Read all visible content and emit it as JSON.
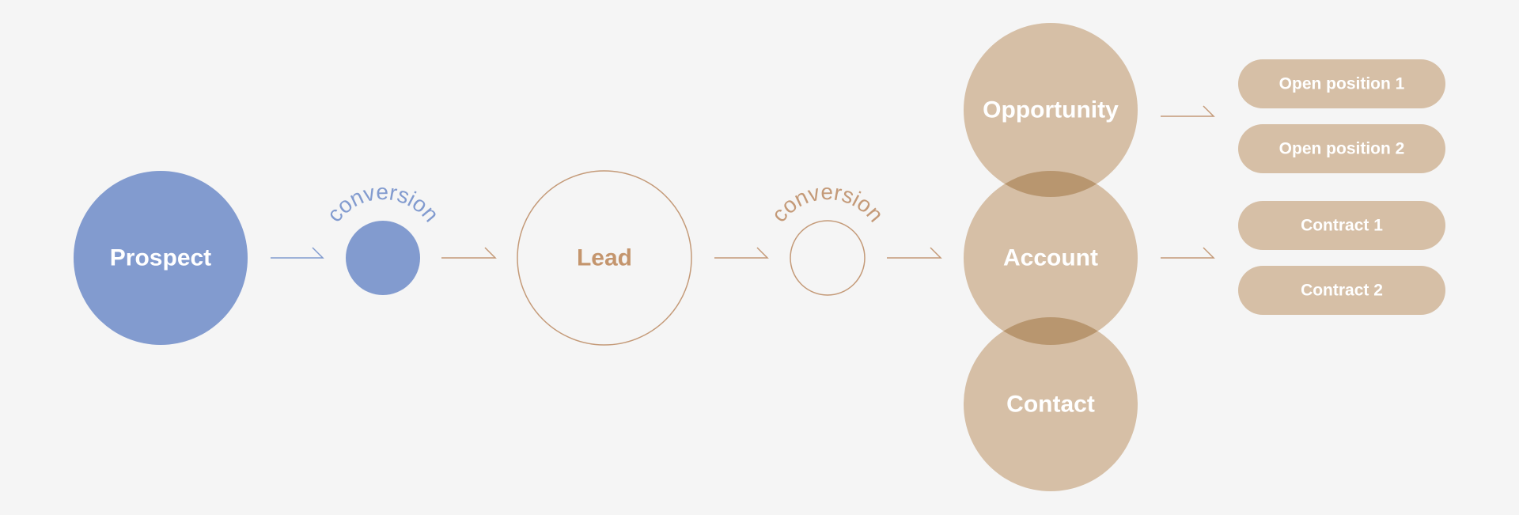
{
  "colors": {
    "background": "#f5f5f5",
    "blue": "#829bcf",
    "tan": "#d6bfa6",
    "tan_overlap": "#b8966f",
    "lead_text": "#c4956d",
    "outline": "#c49a78",
    "white": "#ffffff"
  },
  "nodes": {
    "prospect": "Prospect",
    "lead": "Lead",
    "opportunity": "Opportunity",
    "account": "Account",
    "contact": "Contact"
  },
  "conversions": {
    "first": "conversion",
    "second": "conversion"
  },
  "pills": {
    "open_position_1": "Open position 1",
    "open_position_2": "Open position 2",
    "contract_1": "Contract 1",
    "contract_2": "Contract 2"
  }
}
